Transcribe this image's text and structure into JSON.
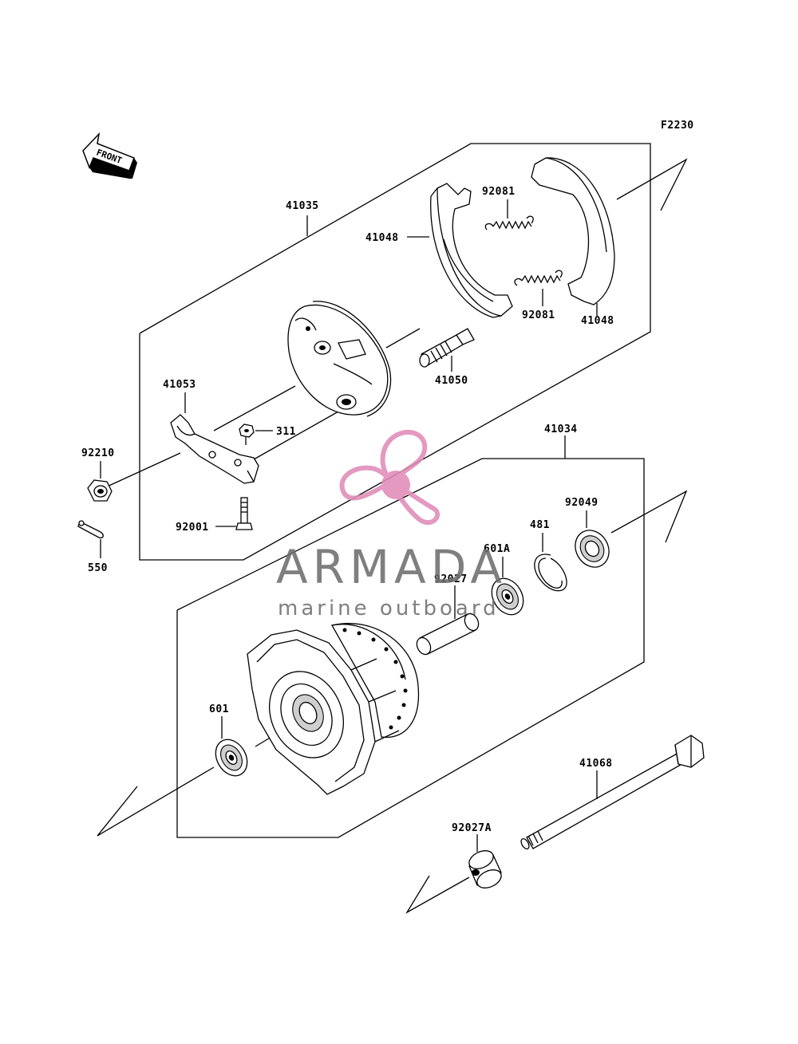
{
  "figure_code": "F2230",
  "front_label": "FRONT",
  "watermark": {
    "brand": "ARMADA",
    "tagline": "marine outboard",
    "color": "#e08cb8"
  },
  "labels": {
    "p41035": "41035",
    "p41048a": "41048",
    "p41048b": "41048",
    "p92081a": "92081",
    "p92081b": "92081",
    "p41050": "41050",
    "p41053": "41053",
    "p311": "311",
    "p92210": "92210",
    "p92001": "92001",
    "p550": "550",
    "p41034": "41034",
    "p92049": "92049",
    "p481": "481",
    "p601A": "601A",
    "p92027": "92027",
    "p601": "601",
    "p41068": "41068",
    "p92027A": "92027A"
  }
}
